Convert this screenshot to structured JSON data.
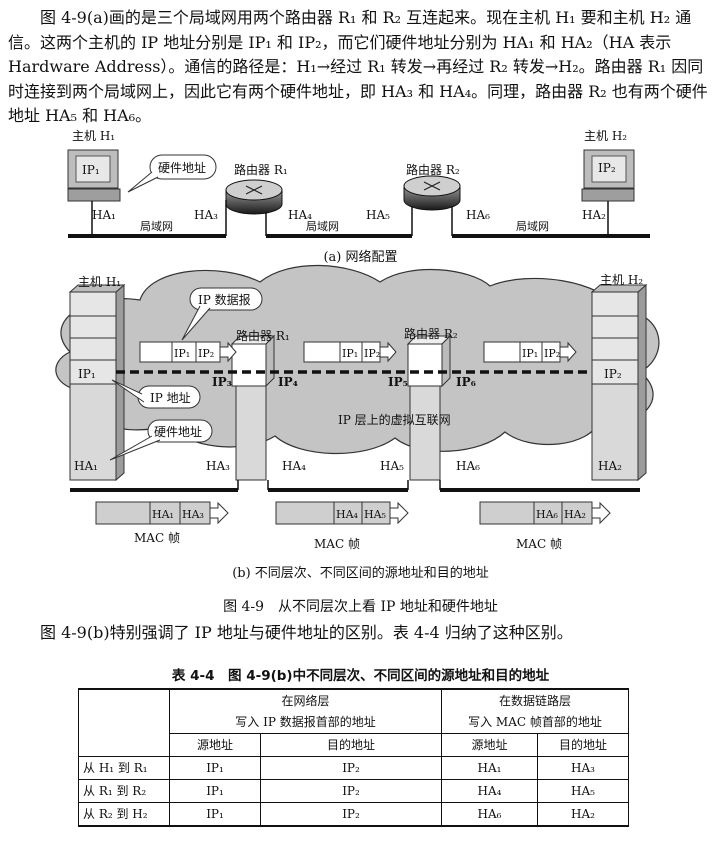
{
  "intro": {
    "text": "图 4-9(a)画的是三个局域网用两个路由器 R₁ 和 R₂ 互连起来。现在主机 H₁ 要和主机 H₂ 通信。这两个主机的 IP 地址分别是 IP₁ 和 IP₂，而它们硬件地址分别为 HA₁ 和 HA₂（HA 表示 Hardware Address）。通信的路径是：H₁→经过 R₁ 转发→再经过 R₂ 转发→H₂。路由器 R₁ 因同时连接到两个局域网上，因此它有两个硬件地址，即 HA₃ 和 HA₄。同理，路由器 R₂ 也有两个硬件地址 HA₅ 和 HA₆。"
  },
  "figure_a": {
    "host1": "主机 H₁",
    "host2": "主机 H₂",
    "ip1": "IP₁",
    "ip2": "IP₂",
    "hw_callout": "硬件地址",
    "router1": "路由器 R₁",
    "router2": "路由器 R₂",
    "ha1": "HA₁",
    "ha2": "HA₂",
    "ha3": "HA₃",
    "ha4": "HA₄",
    "ha5": "HA₅",
    "ha6": "HA₆",
    "lan": "局域网",
    "caption": "(a) 网络配置"
  },
  "figure_b": {
    "host1": "主机 H₁",
    "host2": "主机 H₂",
    "datagram": "IP 数据报",
    "router1": "路由器 R₁",
    "router2": "路由器 R₂",
    "ip1": "IP₁",
    "ip2": "IP₂",
    "ip3": "IP₃",
    "ip4": "IP₄",
    "ip5": "IP₅",
    "ip6": "IP₆",
    "ip_callout": "IP 地址",
    "hw_callout": "硬件地址",
    "cloud": "IP 层上的虚拟互联网",
    "ha1": "HA₁",
    "ha2": "HA₂",
    "ha3": "HA₃",
    "ha4": "HA₄",
    "ha5": "HA₅",
    "ha6": "HA₆",
    "mac": "MAC 帧",
    "caption": "(b) 不同层次、不同区间的源地址和目的地址"
  },
  "figure_caption": "图 4-9　从不同层次上看 IP 地址和硬件地址",
  "second_text": "图 4-9(b)特别强调了 IP 地址与硬件地址的区别。表 4-4 归纳了这种区别。",
  "table": {
    "title": "表 4-4　图 4-9(b)中不同层次、不同区间的源地址和目的地址",
    "net_layer": "在网络层",
    "net_sub": "写入 IP 数据报首部的地址",
    "link_layer": "在数据链路层",
    "link_sub": "写入 MAC 帧首部的地址",
    "headers": [
      "源地址",
      "目的地址",
      "源地址",
      "目的地址"
    ],
    "rows": [
      {
        "label": "从 H₁ 到 R₁",
        "cells": [
          "IP₁",
          "IP₂",
          "HA₁",
          "HA₃"
        ]
      },
      {
        "label": "从 R₁ 到 R₂",
        "cells": [
          "IP₁",
          "IP₂",
          "HA₄",
          "HA₅"
        ]
      },
      {
        "label": "从 R₂ 到 H₂",
        "cells": [
          "IP₁",
          "IP₂",
          "HA₆",
          "HA₂"
        ]
      }
    ]
  }
}
